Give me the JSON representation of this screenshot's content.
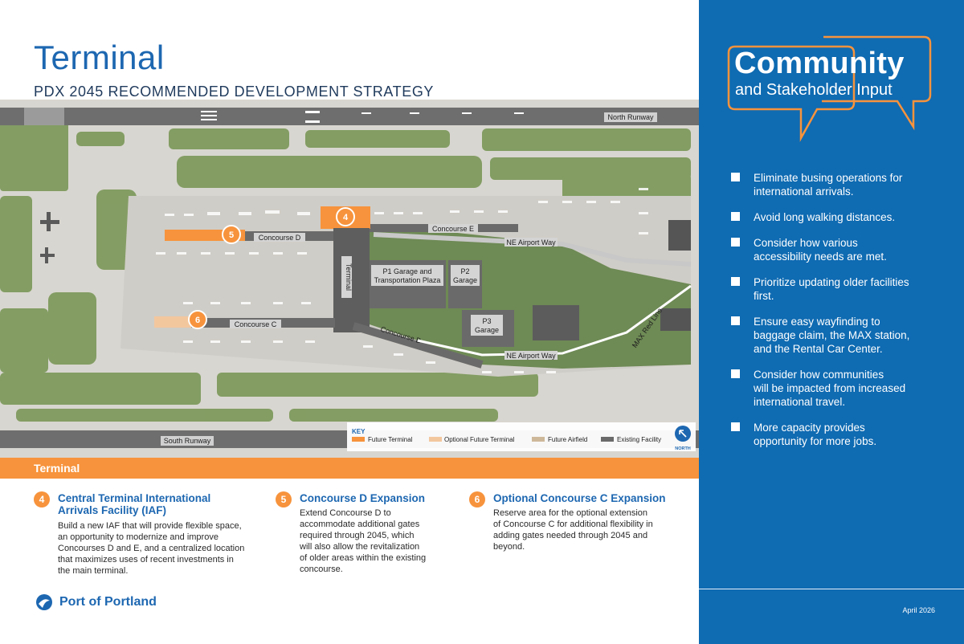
{
  "header": {
    "title": "Terminal",
    "subtitle": "PDX 2045 RECOMMENDED DEVELOPMENT STRATEGY"
  },
  "map": {
    "runway_north": "North Runway",
    "runway_south": "South Runway",
    "labels": {
      "concourse_d": "Concourse D",
      "concourse_e": "Concourse E",
      "concourse_c": "Concourse C",
      "concourse_b": "Concourse B",
      "terminal": "Terminal",
      "p1_line1": "P1 Garage and",
      "p1_line2": "Transportation Plaza",
      "p2_line1": "P2",
      "p2_line2": "Garage",
      "p3_line1": "P3",
      "p3_line2": "Garage",
      "airport_way_1": "NE Airport Way",
      "airport_way_2": "NE Airport Way",
      "max_line": "MAX Red Line"
    },
    "markers": [
      "4",
      "5",
      "6"
    ],
    "key": {
      "title": "KEY",
      "future_terminal": "Future Terminal",
      "optional_future_terminal": "Optional Future Terminal",
      "future_airfield": "Future Airfield",
      "existing_facility": "Existing Facility"
    },
    "north_label": "NORTH"
  },
  "section": {
    "title": "Terminal"
  },
  "items": [
    {
      "number": "4",
      "heading_line1": "Central Terminal International",
      "heading_line2": "Arrivals Facility (IAF)",
      "body": [
        "Build a new IAF that will provide flexible space,",
        "an opportunity to modernize and improve",
        "Concourses D and E, and a centralized location",
        "that maximizes uses of recent investments in",
        "the main terminal."
      ]
    },
    {
      "number": "5",
      "heading_line1": "Concourse D Expansion",
      "body": [
        "Extend Concourse D to",
        "accommodate additional gates",
        "required through 2045, which",
        "will also allow the revitalization",
        "of older areas within the existing",
        "concourse."
      ]
    },
    {
      "number": "6",
      "heading_line1": "Optional Concourse C Expansion",
      "body": [
        "Reserve area for the optional extension",
        "of Concourse C for additional flexibility in",
        "adding gates needed through 2045 and",
        "beyond."
      ]
    }
  ],
  "logo": {
    "text": "Port of Portland",
    "icon": "port-of-portland-logo-icon"
  },
  "panel": {
    "title_big": "Community",
    "title_small": "and Stakeholder Input",
    "bullets": [
      [
        "Eliminate busing operations for",
        "international arrivals."
      ],
      [
        "Avoid long walking distances."
      ],
      [
        "Consider how various",
        "accessibility needs are met."
      ],
      [
        "Prioritize updating older facilities",
        "first."
      ],
      [
        "Ensure easy wayfinding to",
        "baggage claim, the MAX station,",
        "and the Rental Car Center."
      ],
      [
        "Consider how communities",
        "will be impacted from increased",
        "international travel."
      ],
      [
        "More capacity provides",
        "opportunity for more jobs."
      ]
    ],
    "date": "April 2026"
  },
  "colors": {
    "brand_blue": "#1d67b1",
    "panel_blue": "#0f6bb2",
    "accent_orange": "#f7933c",
    "runway_gray": "#6e6e6e",
    "grass_green": "#7f9a5e"
  }
}
